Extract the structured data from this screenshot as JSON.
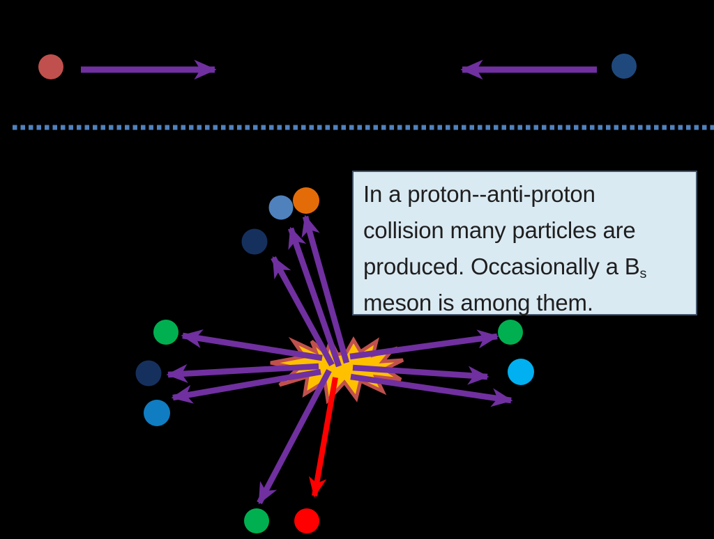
{
  "caption": {
    "line1": "In a proton--anti-proton",
    "line2": "collision many particles are",
    "line3_before_sub": "produced. Occasionally a B",
    "line3_sub": "s",
    "line4": "meson is among them."
  },
  "colors": {
    "background": "#000000",
    "purple": "#7030a0",
    "beam_dots": "#4f81bd",
    "proton": "#c0504d",
    "antiproton": "#1f497d",
    "explosion_fill": "#ffc000",
    "explosion_outline": "#c0504d",
    "particle_navy": "#16305e",
    "particle_medium_blue": "#4f81bd",
    "particle_orange": "#e36c09",
    "particle_green": "#00b050",
    "particle_blue": "#107dc2",
    "particle_cyan": "#00b0f0",
    "signal_red": "#ff0000",
    "caption_bg": "#daeaf3",
    "caption_border": "#44546a",
    "caption_text": "#1f1f1f"
  }
}
